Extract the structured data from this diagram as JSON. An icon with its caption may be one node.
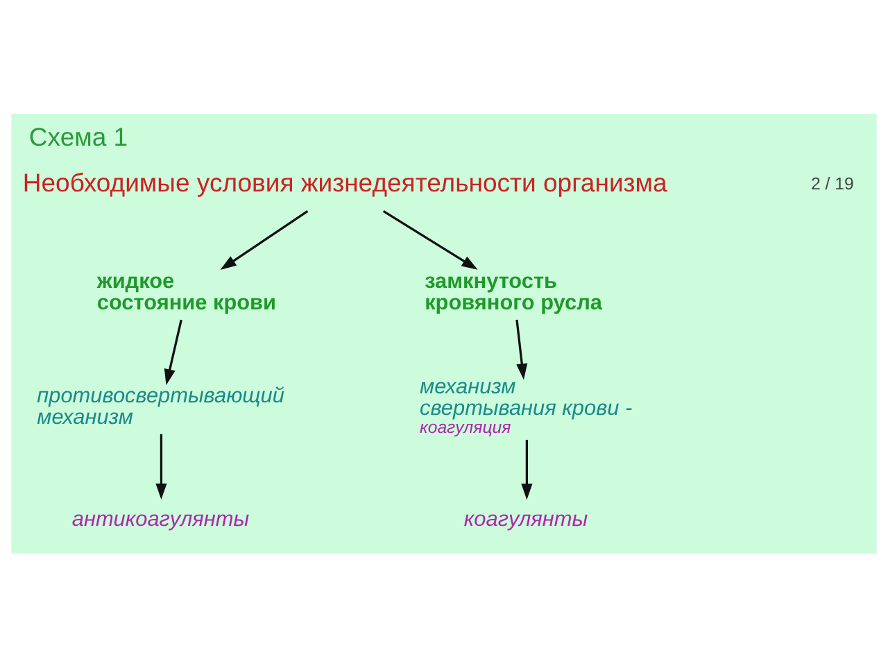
{
  "diagram": {
    "title": "Схема 1",
    "nodes": [
      {
        "text": [
          "Необходимые условия жизнедеятельности организма"
        ]
      },
      {
        "text": [
          "жидкое состояние крови"
        ]
      },
      {
        "text": [
          "замкнутость кровяного русла"
        ]
      },
      {
        "text": [
          "противосвертывающий механизм"
        ]
      },
      {
        "text": [
          "механизм свертывания крови -",
          "коагуляция"
        ]
      },
      {
        "text": [
          "антикоагулянты"
        ]
      },
      {
        "text": [
          "коагулянты"
        ]
      }
    ],
    "edges": [
      {
        "from": 0,
        "to": 1,
        "arrow": "to"
      },
      {
        "from": 0,
        "to": 2,
        "arrow": "to"
      },
      {
        "from": 1,
        "to": 3,
        "arrow": "to"
      },
      {
        "from": 2,
        "to": 4,
        "arrow": "to"
      },
      {
        "from": 3,
        "to": 5,
        "arrow": "to"
      },
      {
        "from": 4,
        "to": 6,
        "arrow": "to"
      }
    ],
    "labels": [
      "2 / 19"
    ]
  }
}
